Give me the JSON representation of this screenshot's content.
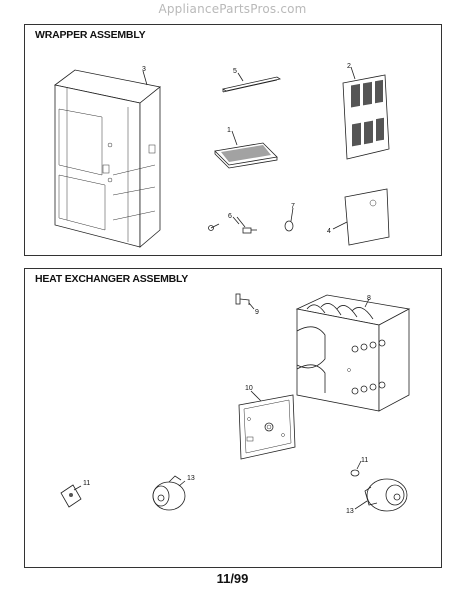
{
  "watermark": "AppliancePartsPros.com",
  "wrapper": {
    "title": "WRAPPER ASSEMBLY",
    "callouts": {
      "p1": "1",
      "p2": "2",
      "p3": "3",
      "p4": "4",
      "p5": "5",
      "p6": "6",
      "p7": "7"
    }
  },
  "heat": {
    "title": "HEAT EXCHANGER ASSEMBLY",
    "callouts": {
      "p8": "8",
      "p9": "9",
      "p10": "10",
      "p11a": "11",
      "p11b": "11",
      "p13a": "13",
      "p13b": "13"
    }
  },
  "footer": {
    "date": "11/99"
  }
}
